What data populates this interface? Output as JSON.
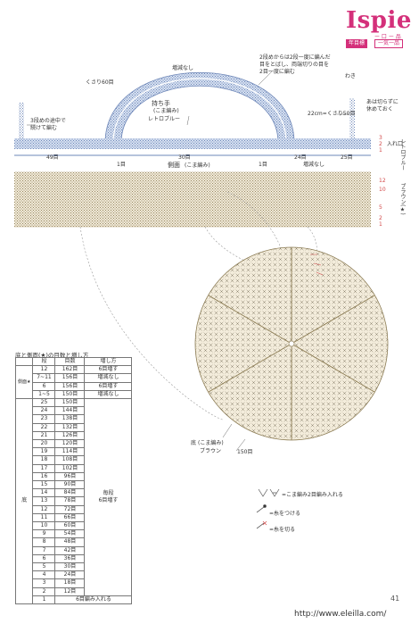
{
  "header": {
    "brand": "Ispie",
    "brand_sub": "ー 口 ー 品",
    "tag_left": "年目標",
    "tag_right": "一気一品"
  },
  "handle": {
    "kusari": "くさり60目",
    "no_change_top": "増減なし",
    "name": "持ち手",
    "stitch": "(こま編み)",
    "color": "レトロブルー",
    "note_lines": [
      "2段めからは2段一度に編んだ",
      "目をとばし、両端切りの目を",
      "2目一度に編む"
    ]
  },
  "side": {
    "label": "側面",
    "stitch": "(こま編み)",
    "count_left": "49目",
    "count_mid": "30目",
    "count_right": "24目",
    "count_end": "25目",
    "one_left": "1目",
    "one_mid": "1目",
    "no_change": "増減なし",
    "note_left_a": "3段めの途中で",
    "note_left_b": "続けて編む",
    "note_right_a": "あは切らずに",
    "note_right_b": "休めておく",
    "kusari_right": "22cm=くさり50目",
    "waki": "わき",
    "retro_label": "レトロブルー",
    "brown_label": "ブラウン(★)",
    "row_labels": [
      "3",
      "2",
      "1",
      "入れ口",
      "12",
      "10",
      "5",
      "2",
      "1"
    ]
  },
  "bottom": {
    "label": "底",
    "stitch": "(こま編み)",
    "color": "ブラウン",
    "count": "150目"
  },
  "table": {
    "caption": "底と側面(★)の目数と増し方",
    "headers": [
      "",
      "段",
      "目数",
      "増し方"
    ],
    "group_side": "側面★",
    "group_bottom": "底",
    "increase_every": "毎段",
    "increase_six": "6目増す",
    "rows": [
      {
        "row": "12",
        "count": "162目",
        "how": "6目増す"
      },
      {
        "row": "7~11",
        "count": "156目",
        "how": "増減なし"
      },
      {
        "row": "6",
        "count": "156目",
        "how": "6目増す"
      },
      {
        "row": "1~5",
        "count": "150目",
        "how": "増減なし"
      },
      {
        "row": "25",
        "count": "150目",
        "how": ""
      },
      {
        "row": "24",
        "count": "144目",
        "how": ""
      },
      {
        "row": "23",
        "count": "138目",
        "how": ""
      },
      {
        "row": "22",
        "count": "132目",
        "how": ""
      },
      {
        "row": "21",
        "count": "126目",
        "how": ""
      },
      {
        "row": "20",
        "count": "120目",
        "how": ""
      },
      {
        "row": "19",
        "count": "114目",
        "how": ""
      },
      {
        "row": "18",
        "count": "108目",
        "how": ""
      },
      {
        "row": "17",
        "count": "102目",
        "how": ""
      },
      {
        "row": "16",
        "count": "96目",
        "how": ""
      },
      {
        "row": "15",
        "count": "90目",
        "how": ""
      },
      {
        "row": "14",
        "count": "84目",
        "how": ""
      },
      {
        "row": "13",
        "count": "78目",
        "how": ""
      },
      {
        "row": "12",
        "count": "72目",
        "how": ""
      },
      {
        "row": "11",
        "count": "66目",
        "how": ""
      },
      {
        "row": "10",
        "count": "60目",
        "how": ""
      },
      {
        "row": "9",
        "count": "54目",
        "how": ""
      },
      {
        "row": "8",
        "count": "48目",
        "how": ""
      },
      {
        "row": "7",
        "count": "42目",
        "how": ""
      },
      {
        "row": "6",
        "count": "36目",
        "how": ""
      },
      {
        "row": "5",
        "count": "30目",
        "how": ""
      },
      {
        "row": "4",
        "count": "24目",
        "how": ""
      },
      {
        "row": "3",
        "count": "18目",
        "how": ""
      },
      {
        "row": "2",
        "count": "12目",
        "how": ""
      },
      {
        "row": "1",
        "count": "6目編み入れる",
        "how": ""
      }
    ]
  },
  "legend": {
    "inc": "=こま編み2目編み入れる",
    "join": "=糸をつける",
    "cut": "=糸を切る"
  },
  "page_number": "41",
  "url": "http://www.eleilla.com/"
}
